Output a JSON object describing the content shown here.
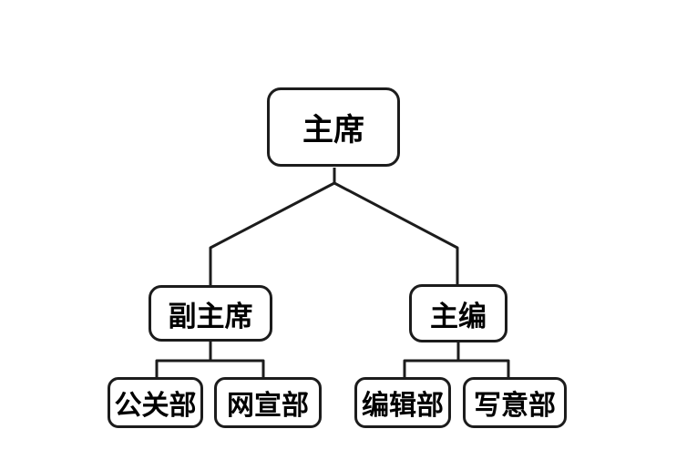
{
  "diagram": {
    "type": "org-chart-tree",
    "background_color": "#ffffff",
    "line_color": "#1c1c1c",
    "box_border_color": "#1c1c1c",
    "text_color": "#000000",
    "nodes": {
      "chairman": {
        "label": "主席",
        "level": 1
      },
      "vice_chairman": {
        "label": "副主席",
        "level": 2
      },
      "chief_editor": {
        "label": "主编",
        "level": 2
      },
      "pr_dept": {
        "label": "公关部",
        "level": 3
      },
      "web_publicity_dept": {
        "label": "网宣部",
        "level": 3
      },
      "editorial_dept": {
        "label": "编辑部",
        "level": 3
      },
      "freehand_dept": {
        "label": "写意部",
        "level": 3
      }
    },
    "edges": [
      {
        "from": "chairman",
        "to": "vice_chairman"
      },
      {
        "from": "chairman",
        "to": "chief_editor"
      },
      {
        "from": "vice_chairman",
        "to": "pr_dept"
      },
      {
        "from": "vice_chairman",
        "to": "web_publicity_dept"
      },
      {
        "from": "chief_editor",
        "to": "editorial_dept"
      },
      {
        "from": "chief_editor",
        "to": "freehand_dept"
      }
    ]
  }
}
